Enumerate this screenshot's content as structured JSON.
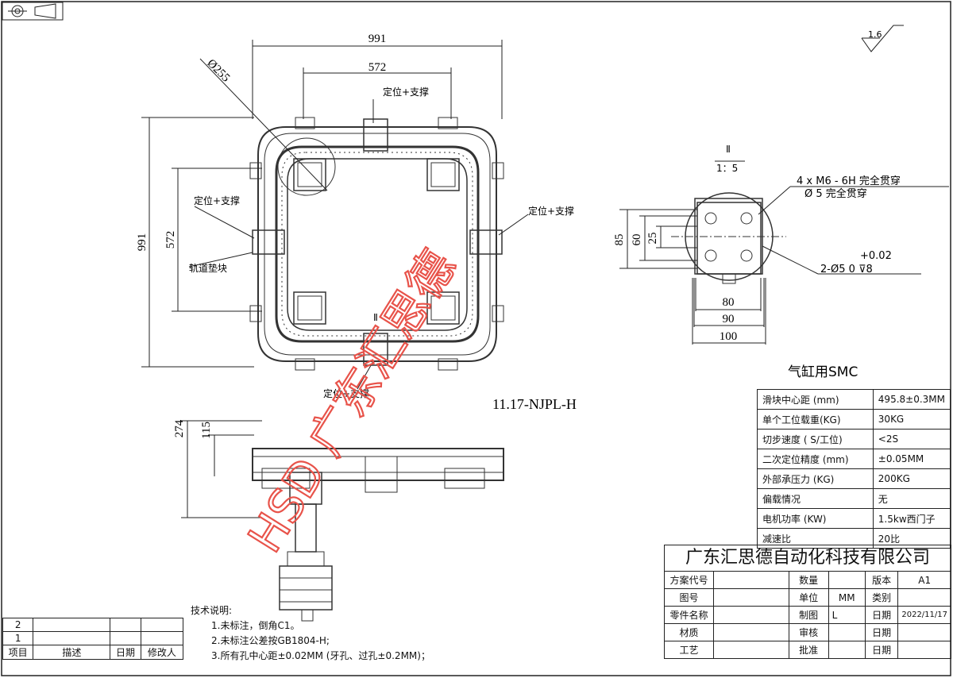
{
  "dimensions": {
    "overall_w": "991",
    "inner_w": "572",
    "overall_h": "991",
    "inner_h": "572",
    "circle": "Ø255",
    "side_274": "274",
    "side_115": "115",
    "detail_85": "85",
    "detail_60": "60",
    "detail_25": "25",
    "detail_80": "80",
    "detail_90": "90",
    "detail_100": "100"
  },
  "labels": {
    "locate_support_top": "定位+支撑",
    "locate_support_left": "定位+支撑",
    "locate_support_right": "定位+支撑",
    "locate_support_bottom": "定位+支撑",
    "rail_pad": "轨道垫块",
    "section_mark": "Ⅱ",
    "detail_title": "Ⅱ",
    "detail_scale": "1：5",
    "hole_note_1": "4 x  M6 - 6H 完全贯穿",
    "hole_note_2": "Ø 5 完全贯穿",
    "hole_tol_top": "+0.02",
    "hole_note_3": "2-Ø5  0   ⊽8",
    "model_code": "11.17-NJPL-H",
    "roughness": "1.6",
    "cylinder": "气缸用SMC"
  },
  "specs": [
    {
      "k": "滑块中心距 (mm)",
      "v": "495.8±0.3MM"
    },
    {
      "k": "单个工位载重(KG)",
      "v": "30KG"
    },
    {
      "k": "切步速度 ( S/工位)",
      "v": "<2S"
    },
    {
      "k": "二次定位精度 (mm)",
      "v": "±0.05MM"
    },
    {
      "k": "外部承压力 (KG)",
      "v": "200KG"
    },
    {
      "k": "偏载情况",
      "v": "无"
    },
    {
      "k": "电机功率 (KW)",
      "v": "1.5kw西门子"
    },
    {
      "k": "减速比",
      "v": "20比"
    }
  ],
  "title_block": {
    "company": "广东汇思德自动化科技有限公司",
    "scheme_code": "方案代号",
    "quantity": "数量",
    "version": "版本",
    "version_val": "A1",
    "drawing_no": "图号",
    "unit": "单位",
    "unit_val": "MM",
    "category": "类别",
    "part_name": "零件名称",
    "drawn": "制图",
    "drawn_val": "L",
    "date": "日期",
    "date_val": "2022/11/17",
    "material": "材质",
    "review": "审核",
    "date2": "日期",
    "process": "工艺",
    "approve": "批准",
    "date3": "日期"
  },
  "notes": {
    "title": "技术说明:",
    "n1": "1.未标注，倒角C1。",
    "n2": "2.未标注公差按GB1804-H;",
    "n3": "3.所有孔中心距±0.02MM (牙孔、过孔±0.2MM)；"
  },
  "revision": {
    "r2": "2",
    "r1": "1",
    "h_item": "项目",
    "h_desc": "描述",
    "h_date": "日期",
    "h_rev": "修改人"
  },
  "watermark": "HSD 广东汇思德"
}
